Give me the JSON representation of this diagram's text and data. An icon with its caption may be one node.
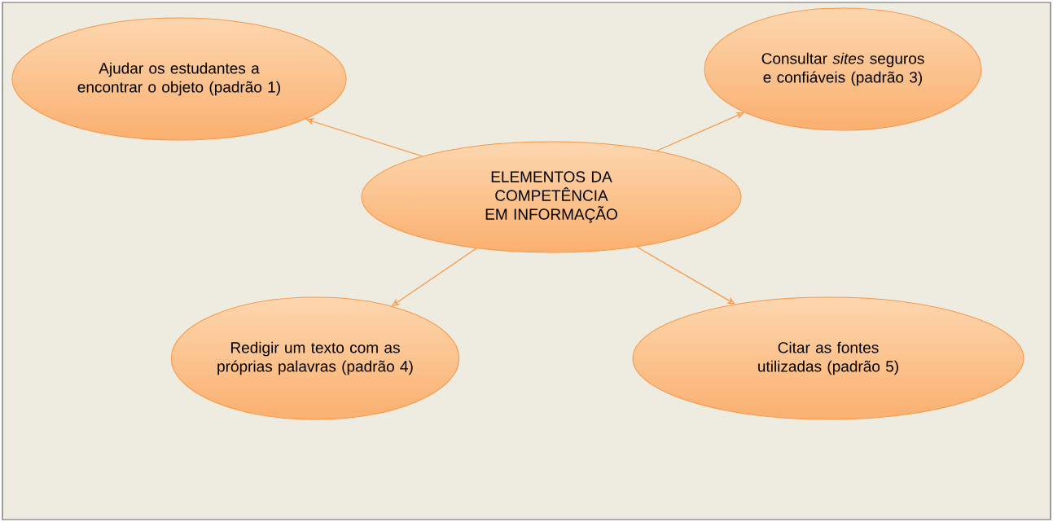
{
  "diagram": {
    "nodes": [
      {
        "text": [
          "ELEMENTOS DA COMPETÊNCIA EM INFORMAÇÃO"
        ]
      },
      {
        "text": [
          "Ajudar os estudantes a encontrar o objeto (padrão 1)"
        ]
      },
      {
        "text": [
          "Consultar *sites* seguros e confiáveis (padrão 3)"
        ]
      },
      {
        "text": [
          "Redigir um texto com as próprias palavras (padrão 4)"
        ]
      },
      {
        "text": [
          "Citar as fontes utilizadas (padrão 5)"
        ]
      }
    ],
    "edges": [
      {
        "from": 0,
        "to": 1,
        "arrow": "to"
      },
      {
        "from": 0,
        "to": 2,
        "arrow": "to"
      },
      {
        "from": 0,
        "to": 3,
        "arrow": "to"
      },
      {
        "from": 0,
        "to": 4,
        "arrow": "to"
      }
    ]
  }
}
